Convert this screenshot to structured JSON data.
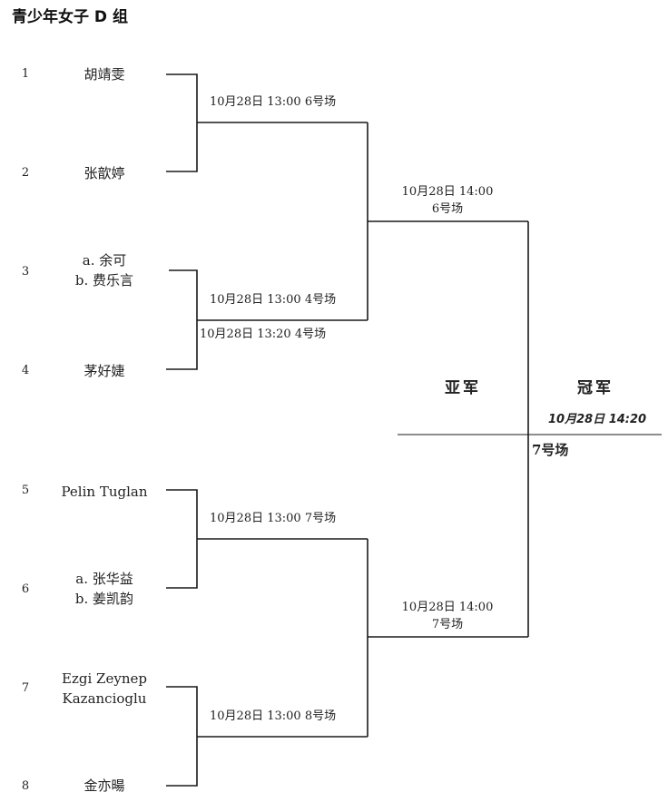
{
  "title": "青少年女子 D 组",
  "seeds": [
    "1",
    "2",
    "3",
    "4",
    "5",
    "6",
    "7",
    "8"
  ],
  "players": {
    "p1": [
      "胡靖雯"
    ],
    "p2": [
      "张歆婷"
    ],
    "p3": [
      "a. 余可",
      "b. 费乐言"
    ],
    "p4": [
      "茅好婕"
    ],
    "p5": [
      "Pelin Tuglan"
    ],
    "p6": [
      "a. 张华益",
      "b. 姜凯韵"
    ],
    "p7": [
      "Ezgi Zeynep",
      "Kazancioglu"
    ],
    "p8": [
      "金亦暘"
    ]
  },
  "matches": {
    "r1_m1": "10月28日 13:00 6号场",
    "r1_m2": "10月28日 13:00 4号场",
    "r1_m2_alt": "10月28日 13:20 4号场",
    "r1_m3": "10月28日 13:00 7号场",
    "r1_m4": "10月28日 13:00 8号场",
    "sf1_time": "10月28日 14:00",
    "sf1_court": "6号场",
    "sf2_time": "10月28日 14:00",
    "sf2_court": "7号场"
  },
  "final": {
    "runner_up_label": "亚军",
    "champion_label": "冠军",
    "time": "10月28日 14:20",
    "court": "7号场"
  },
  "colors": {
    "line": "#1a1a1a",
    "text": "#222222"
  }
}
